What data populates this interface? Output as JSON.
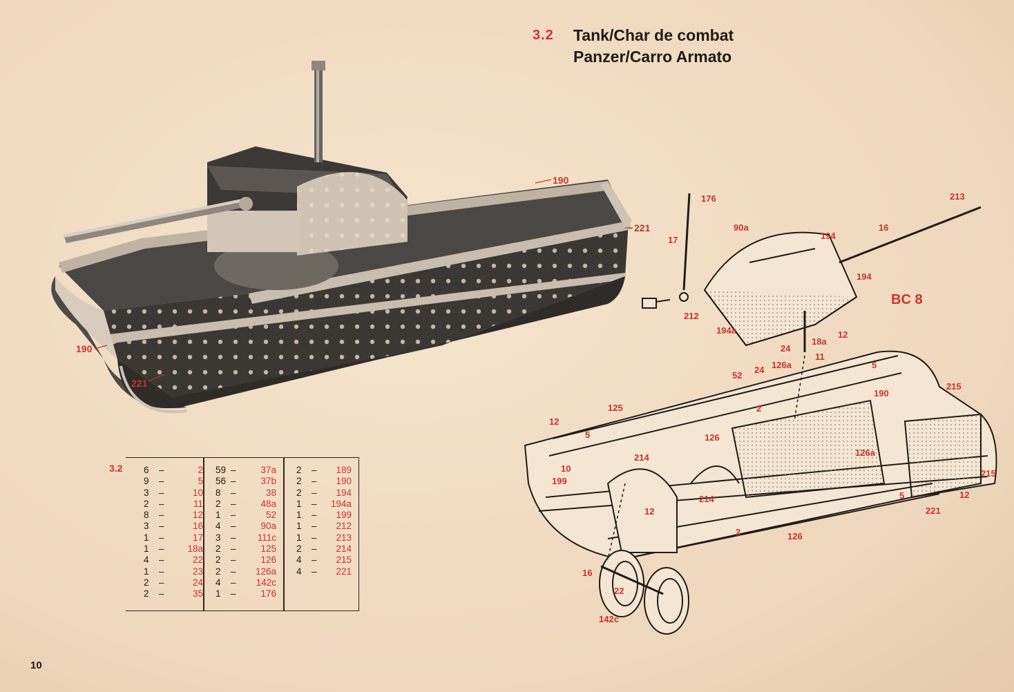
{
  "header": {
    "section_number": "3.2",
    "title_line_1": "Tank/Char de combat",
    "title_line_2": "Panzer/Carro Armato"
  },
  "page_number": "10",
  "parts_list": {
    "label": "3.2",
    "columns": [
      [
        {
          "qty": "6",
          "part": "2"
        },
        {
          "qty": "9",
          "part": "5"
        },
        {
          "qty": "3",
          "part": "10"
        },
        {
          "qty": "2",
          "part": "11"
        },
        {
          "qty": "8",
          "part": "12"
        },
        {
          "qty": "3",
          "part": "16"
        },
        {
          "qty": "1",
          "part": "17"
        },
        {
          "qty": "1",
          "part": "18a"
        },
        {
          "qty": "4",
          "part": "22"
        },
        {
          "qty": "1",
          "part": "23"
        },
        {
          "qty": "2",
          "part": "24"
        },
        {
          "qty": "2",
          "part": "35"
        }
      ],
      [
        {
          "qty": "59",
          "part": "37a"
        },
        {
          "qty": "56",
          "part": "37b"
        },
        {
          "qty": "8",
          "part": "38"
        },
        {
          "qty": "2",
          "part": "48a"
        },
        {
          "qty": "1",
          "part": "52"
        },
        {
          "qty": "4",
          "part": "90a"
        },
        {
          "qty": "3",
          "part": "111c"
        },
        {
          "qty": "2",
          "part": "125"
        },
        {
          "qty": "2",
          "part": "126"
        },
        {
          "qty": "2",
          "part": "126a"
        },
        {
          "qty": "4",
          "part": "142c"
        },
        {
          "qty": "1",
          "part": "176"
        }
      ],
      [
        {
          "qty": "2",
          "part": "189"
        },
        {
          "qty": "2",
          "part": "190"
        },
        {
          "qty": "2",
          "part": "194"
        },
        {
          "qty": "1",
          "part": "194a"
        },
        {
          "qty": "1",
          "part": "199"
        },
        {
          "qty": "1",
          "part": "212"
        },
        {
          "qty": "1",
          "part": "213"
        },
        {
          "qty": "2",
          "part": "214"
        },
        {
          "qty": "4",
          "part": "215"
        },
        {
          "qty": "4",
          "part": "221"
        }
      ]
    ]
  },
  "photo_callouts": [
    "190",
    "221",
    "190",
    "221"
  ],
  "diagram_callouts": [
    "176",
    "17",
    "212",
    "90a",
    "194",
    "16",
    "213",
    "194",
    "BC 8",
    "194a",
    "24",
    "18a",
    "12",
    "11",
    "126a",
    "24",
    "52",
    "125",
    "12",
    "5",
    "2",
    "5",
    "215",
    "190",
    "126",
    "214",
    "10",
    "199",
    "214",
    "126a",
    "215",
    "12",
    "221",
    "12",
    "2",
    "126",
    "16",
    "22",
    "142c",
    "5"
  ],
  "colors": {
    "paper": "#f1dcc3",
    "callout_red": "#c9342a",
    "ink": "#1f1b18"
  }
}
